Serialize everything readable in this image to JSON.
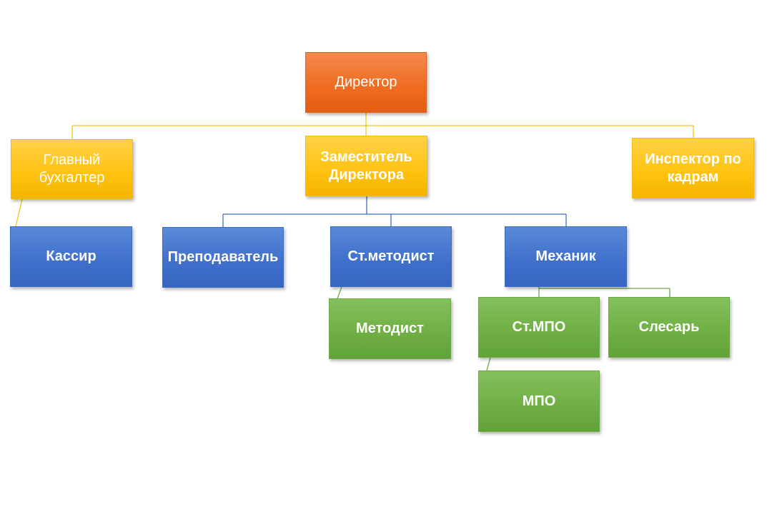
{
  "nodes": {
    "director": "Директор",
    "chief_accountant": [
      "Главный",
      "бухгалтер"
    ],
    "deputy_director": [
      "Заместитель",
      "Директора"
    ],
    "hr_inspector": [
      "Инспектор по",
      "кадрам"
    ],
    "cashier": "Кассир",
    "teacher": "Преподаватель",
    "senior_methodist": "Ст.методист",
    "mechanic": "Механик",
    "methodist": "Методист",
    "senior_mpo": "Ст.МПО",
    "locksmith": "Слесарь",
    "mpo": "МПО"
  },
  "colors": {
    "level1": "#ee6b20",
    "level2": "#ffc20e",
    "level3": "#3e6fca",
    "level4": "#6eae43",
    "connector_gold": "#f2c21b",
    "connector_blue": "#3f6fc6",
    "connector_green": "#6aa946"
  }
}
